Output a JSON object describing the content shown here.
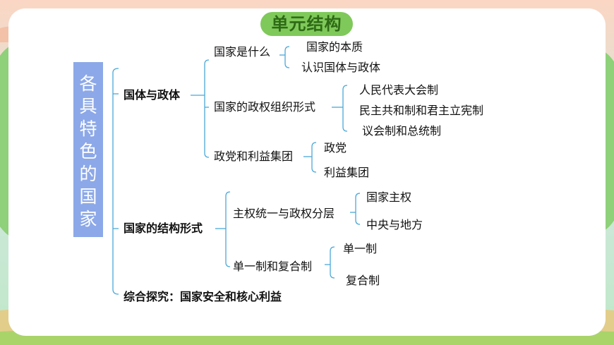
{
  "title": "单元结构",
  "root": [
    "各",
    "具",
    "特",
    "色",
    "的",
    "国",
    "家"
  ],
  "level1": {
    "guoti": "国体与政体",
    "jiegou": "国家的结构形式",
    "tanjiu": "综合探究：国家安全和核心利益"
  },
  "guoti": {
    "what": "国家是什么",
    "what_items": [
      "国家的本质",
      "认识国体与政体"
    ],
    "form": "国家的政权组织形式",
    "form_items": [
      "人民代表大会制",
      "民主共和制和君主立宪制",
      "议会制和总统制"
    ],
    "party": "政党和利益集团",
    "party_items": [
      "政党",
      "利益集团"
    ]
  },
  "jiegou": {
    "sovereignty": "主权统一与政权分层",
    "sovereignty_items": [
      "国家主权",
      "中央与地方"
    ],
    "system": "单一制和复合制",
    "system_items": [
      "单一制",
      "复合制"
    ]
  },
  "colors": {
    "title_pill": "#7fc95a",
    "root_box": "#8ca8e8",
    "bracket": "#4aa8d8"
  }
}
